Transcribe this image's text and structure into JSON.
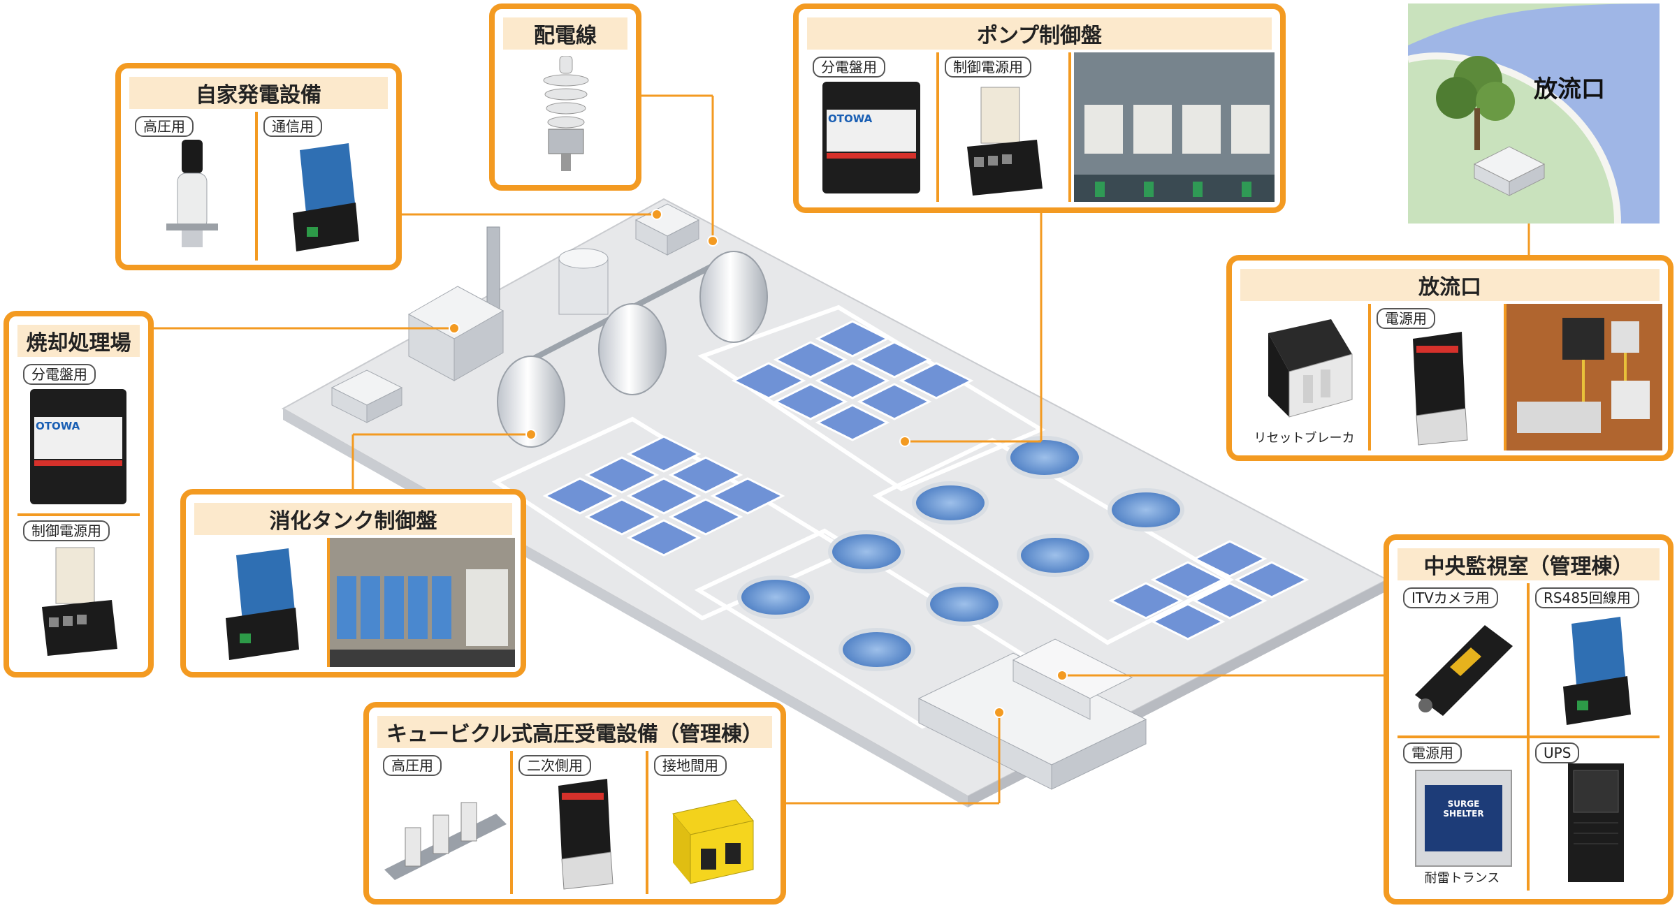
{
  "panels": {
    "jika": {
      "title": "自家発電設備",
      "tags": [
        "高圧用",
        "通信用"
      ]
    },
    "haiden": {
      "title": "配電線"
    },
    "pump": {
      "title": "ポンプ制御盤",
      "tags": [
        "分電盤用",
        "制御電源用"
      ]
    },
    "shokyaku": {
      "title": "焼却処理場",
      "tags": [
        "分電盤用",
        "制御電源用"
      ]
    },
    "shoka": {
      "title": "消化タンク制御盤"
    },
    "houryu": {
      "title": "放流口",
      "tags": [
        "電源用"
      ],
      "caption": "リセットブレーカ"
    },
    "chuo": {
      "title": "中央監視室（管理棟）",
      "tags": [
        "ITVカメラ用",
        "RS485回線用",
        "電源用",
        "UPS"
      ],
      "caption": "耐雷トランス"
    },
    "cubicle": {
      "title": "キュービクル式高圧受電設備（管理棟）",
      "tags": [
        "高圧用",
        "二次側用",
        "接地間用"
      ]
    }
  },
  "map": {
    "label": "放流口"
  },
  "devices": {
    "brand": "OTOWA",
    "trans_label": "SURGE SHELTER"
  },
  "colors": {
    "accent": "#f39a21",
    "title_bg": "#fce9cc",
    "tank_blue": "#6fa0d8"
  }
}
